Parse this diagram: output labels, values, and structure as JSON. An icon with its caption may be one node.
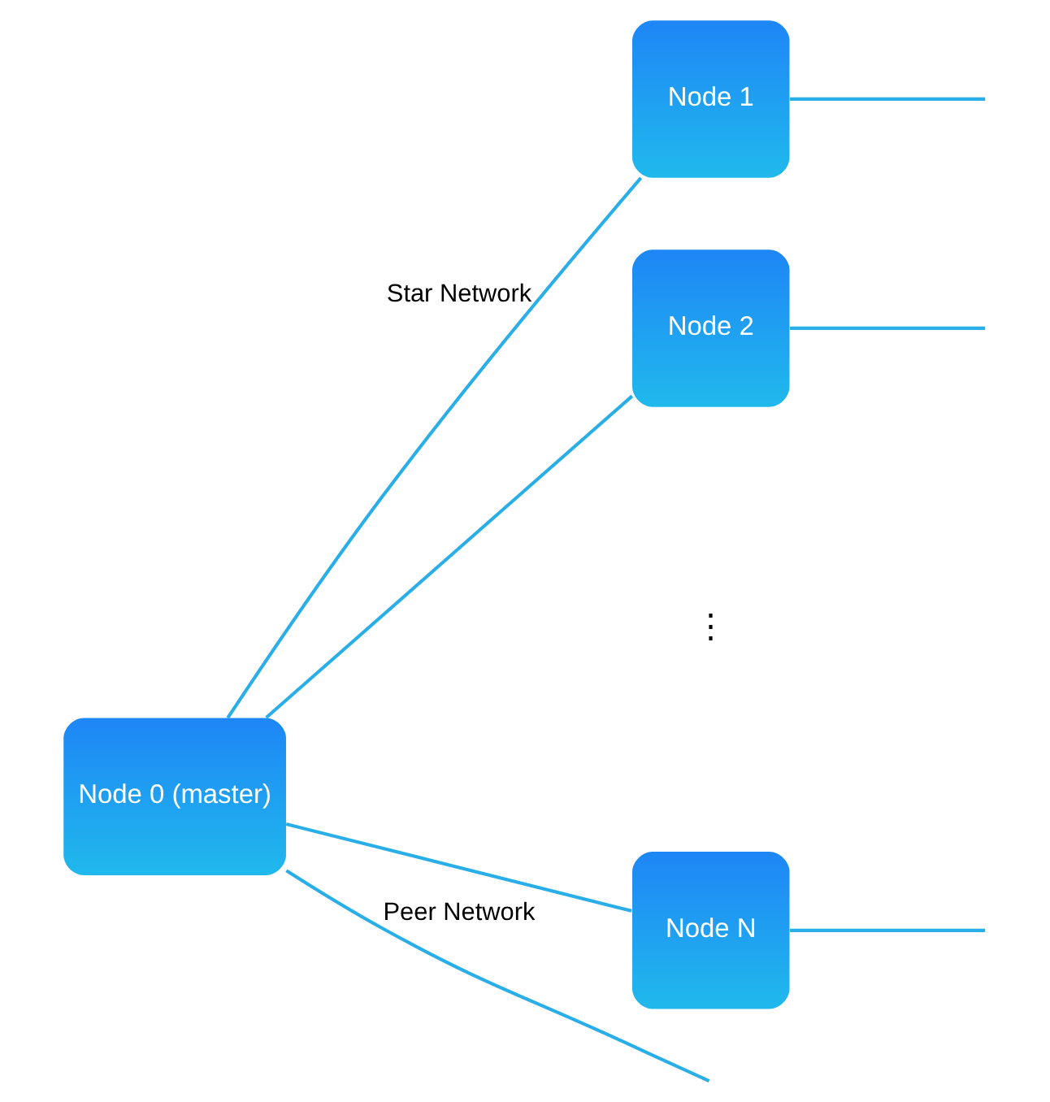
{
  "diagram": {
    "nodes": [
      {
        "text": [
          "Node 0 (master)"
        ]
      },
      {
        "text": [
          "Node 1"
        ]
      },
      {
        "text": [
          "Node 2"
        ]
      },
      {
        "text": [
          "Node N"
        ]
      }
    ],
    "edges": [
      {
        "from": 0,
        "to": 1,
        "arrow": "none",
        "label": "Star Network"
      },
      {
        "from": 0,
        "to": 2,
        "arrow": "none"
      },
      {
        "from": 0,
        "to": 3,
        "arrow": "none"
      },
      {
        "from": 1,
        "to": null,
        "arrow": "none"
      },
      {
        "from": 2,
        "to": null,
        "arrow": "none"
      },
      {
        "from": 3,
        "to": null,
        "arrow": "none"
      },
      {
        "from": 0,
        "to": null,
        "arrow": "none",
        "label": "Peer Network"
      }
    ],
    "labels": [
      "⋮"
    ]
  }
}
